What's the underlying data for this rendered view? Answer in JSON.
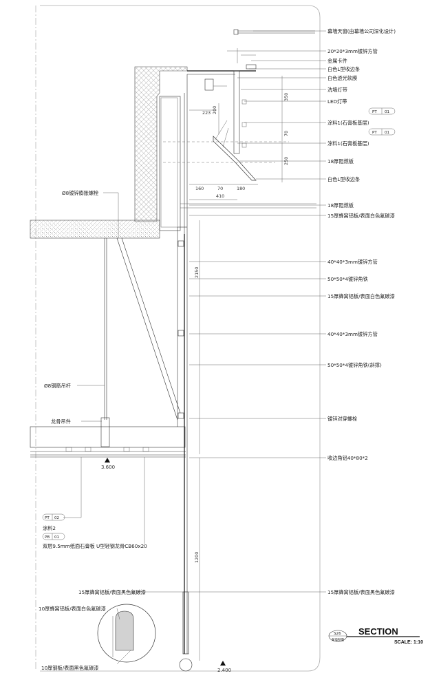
{
  "drawing": {
    "title": "SECTION",
    "scale": "SCALE: 1:10",
    "ref_code": "S26",
    "ref_sub": "某墙剖面"
  },
  "labels_right": [
    "幕墙天窗(由幕墙公司深化设计)",
    "20*20*3mm镀锌方管",
    "金属卡件",
    "白色L型收边条",
    "白色透光软膜",
    "洗墙灯带",
    "LED灯带",
    "涂料1(石膏板基层)",
    "涂料1(石膏板基层)",
    "18厚阻燃板",
    "白色L型收边条",
    "18厚阻燃板",
    "15厚蜂窝铝板/表面白色氟碳漆",
    "40*40*3mm镀锌方管",
    "50*50*4镀锌角铁",
    "15厚蜂窝铝板/表面白色氟碳漆",
    "40*40*3mm镀锌方管",
    "50*50*4镀锌角铁(斜撑)",
    "镀锌对穿螺栓",
    "收边角铝40*80*2",
    "15厚蜂窝铝板/表面黑色氟碳漆"
  ],
  "tags_right": [
    {
      "code": "PT",
      "num": "01"
    },
    {
      "code": "PT",
      "num": "01"
    }
  ],
  "labels_left": [
    "Ø8镀锌膨胀螺栓",
    "Ø8钢筋吊杆",
    "龙骨吊件",
    "涂料2",
    "双层9.5mm纸面石膏板 U型轻钢龙骨CB60x20",
    "15厚蜂窝铝板/表面黑色氟碳漆",
    "10厚蜂窝铝板/表面白色氟碳漆",
    "10厚钢板/表面黑色氟碳漆"
  ],
  "tags_left": [
    {
      "code": "PT",
      "num": "02"
    },
    {
      "code": "PB",
      "num": "01"
    }
  ],
  "dims": {
    "v350": "350",
    "v200": "200",
    "v223": "223",
    "v70_vert": "70",
    "v250": "250",
    "h160": "160",
    "h70": "70",
    "h180": "180",
    "h410": "410",
    "v2150": "2150",
    "v1200": "1200"
  },
  "levels": {
    "upper": "3.600",
    "lower": "2.400"
  }
}
